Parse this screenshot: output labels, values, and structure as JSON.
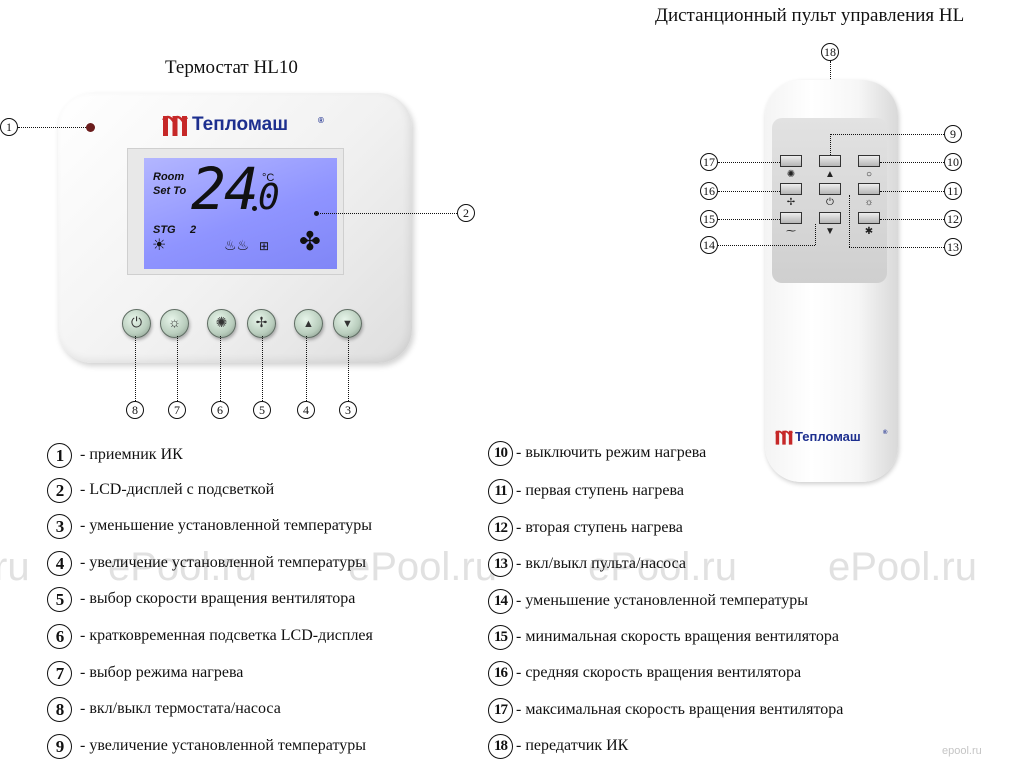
{
  "titles": {
    "thermostat": "Термостат HL10",
    "remote": "Дистанционный пульт управления HL"
  },
  "brand": {
    "name": "Тепломаш",
    "trademark": "®",
    "logo_color": "#c62828",
    "text_color": "#1d2f8f"
  },
  "lcd": {
    "room_label": "Room",
    "set_label": "Set To",
    "temperature_main": "24",
    "temperature_decimal": "0",
    "unit": "°C",
    "stage_label": "STG",
    "stage_value": "2",
    "background_color": "#8f94ff"
  },
  "thermostat_buttons": [
    {
      "id": "8",
      "icon": "power-icon",
      "glyph": "⏻"
    },
    {
      "id": "7",
      "icon": "sun-icon",
      "glyph": "☼"
    },
    {
      "id": "6",
      "icon": "bulb-icon",
      "glyph": "✺"
    },
    {
      "id": "5",
      "icon": "fan-icon",
      "glyph": "✢"
    },
    {
      "id": "4",
      "icon": "arrow-up-icon",
      "glyph": "▲"
    },
    {
      "id": "3",
      "icon": "arrow-down-icon",
      "glyph": "▼"
    }
  ],
  "callouts": {
    "c1": "1",
    "c2": "2",
    "c3": "3",
    "c4": "4",
    "c5": "5",
    "c6": "6",
    "c7": "7",
    "c8": "8",
    "c9": "9",
    "c10": "10",
    "c11": "11",
    "c12": "12",
    "c13": "13",
    "c14": "14",
    "c15": "15",
    "c16": "16",
    "c17": "17",
    "c18": "18"
  },
  "legend": [
    {
      "num": "1",
      "text": "- приемник ИК"
    },
    {
      "num": "2",
      "text": "- LCD-дисплей с подсветкой"
    },
    {
      "num": "3",
      "text": "- уменьшение установленной температуры"
    },
    {
      "num": "4",
      "text": "- увеличение установленной температуры"
    },
    {
      "num": "5",
      "text": "- выбор скорости вращения вентилятора"
    },
    {
      "num": "6",
      "text": "- кратковременная подсветка LCD-дисплея"
    },
    {
      "num": "7",
      "text": "- выбор режима нагрева"
    },
    {
      "num": "8",
      "text": "- вкл/выкл термостата/насоса"
    },
    {
      "num": "9",
      "text": "- увеличение установленной температуры"
    },
    {
      "num": "10",
      "text": "- выключить режим нагрева"
    },
    {
      "num": "11",
      "text": "- первая ступень нагрева"
    },
    {
      "num": "12",
      "text": "- вторая ступень нагрева"
    },
    {
      "num": "13",
      "text": "- вкл/выкл пульта/насоса"
    },
    {
      "num": "14",
      "text": "- уменьшение установленной температуры"
    },
    {
      "num": "15",
      "text": "- минимальная скорость вращения вентилятора"
    },
    {
      "num": "16",
      "text": "- средняя скорость вращения вентилятора"
    },
    {
      "num": "17",
      "text": "- максимальная скорость вращения вентилятора"
    },
    {
      "num": "18",
      "text": "- передатчик ИК"
    }
  ],
  "watermark": {
    "text": "ePool.ru",
    "partial": "ru",
    "corner": "epool.ru"
  }
}
